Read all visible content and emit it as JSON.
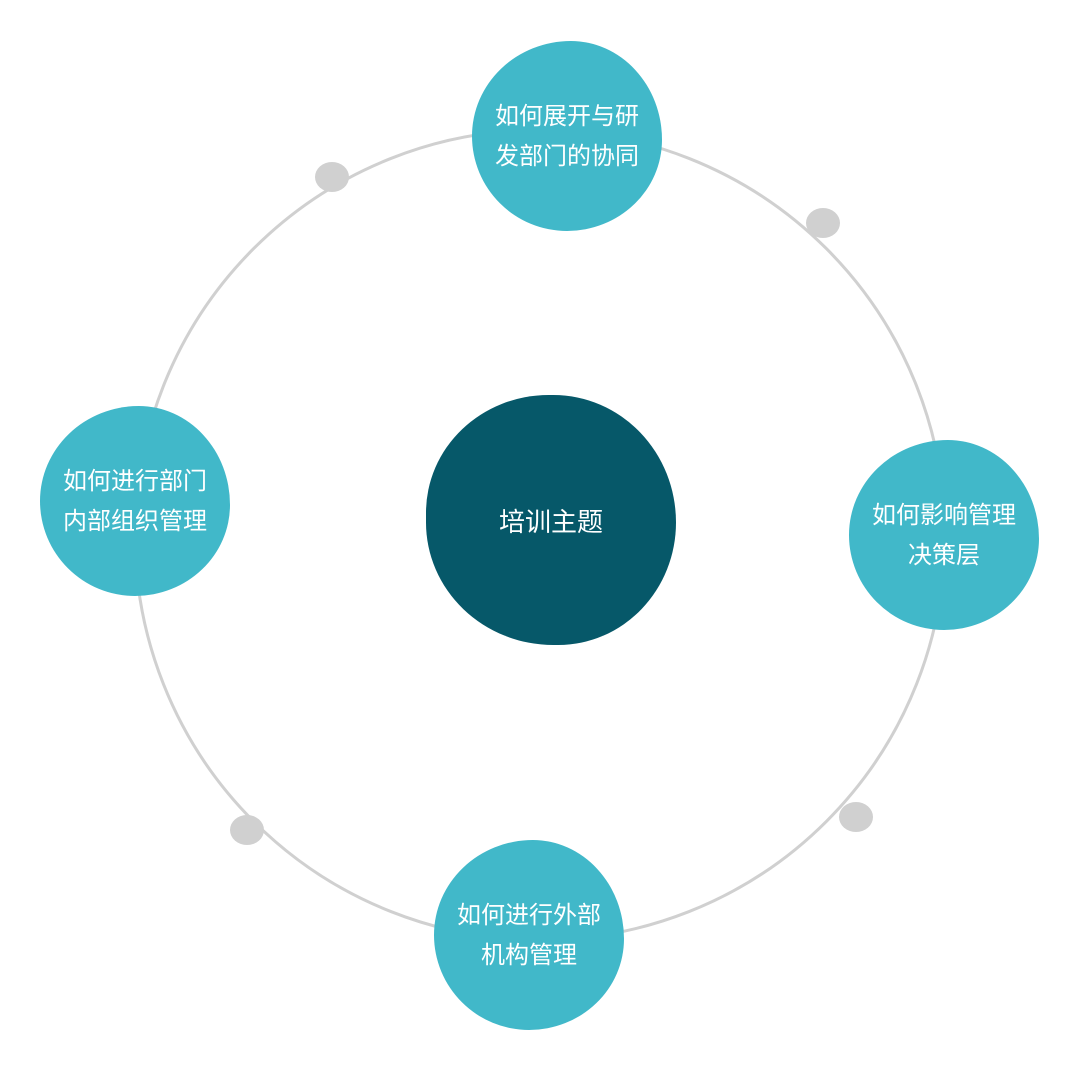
{
  "center": {
    "label": "培训主题"
  },
  "nodes": [
    {
      "label": "如何展开与研发部门的协同"
    },
    {
      "label": "如何影响管理决策层"
    },
    {
      "label": "如何进行外部机构管理"
    },
    {
      "label": "如何进行部门内部组织管理"
    }
  ],
  "colors": {
    "center": "#065869",
    "node": "#41B8C9",
    "ring": "#D0D0D0"
  }
}
